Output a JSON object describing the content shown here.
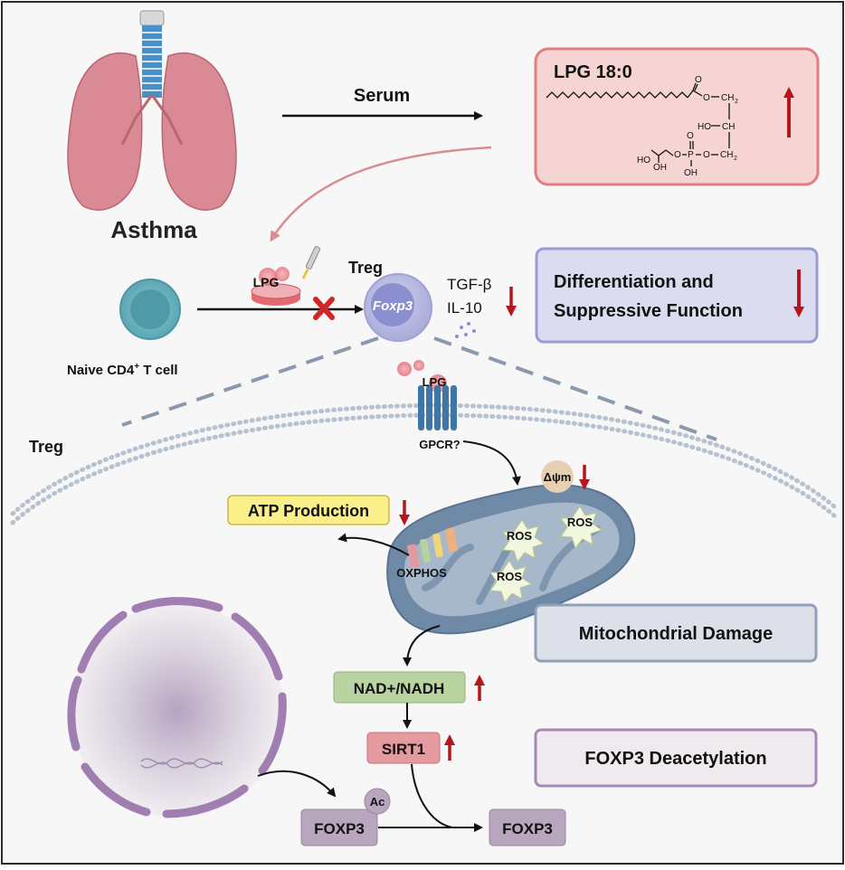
{
  "labels": {
    "asthma": "Asthma",
    "serum": "Serum",
    "lpg_title": "LPG 18:0",
    "lpg_small": "LPG",
    "lpg_membrane": "LPG",
    "treg_top": "Treg",
    "foxp3_cell": "Foxp3",
    "tgf": "TGF-β",
    "il10": "IL-10",
    "diff_line1": "Differentiation and",
    "diff_line2": "Suppressive Function",
    "naive_main": "Naive CD4",
    "naive_sup": "+",
    "naive_tail": " T cell",
    "treg_side": "Treg",
    "gpcr": "GPCR?",
    "dpsi": "Δψm",
    "atp": "ATP Production",
    "oxphos": "OXPHOS",
    "ros": "ROS",
    "mito_damage": "Mitochondrial Damage",
    "nad": "NAD+/NADH",
    "sirt1": "SIRT1",
    "foxp3_deacetyl": "FOXP3 Deacetylation",
    "foxp3_left": "FOXP3",
    "ac": "Ac",
    "foxp3_right": "FOXP3"
  },
  "structure": {
    "ester_o": "O",
    "chain_o": "O",
    "ch2_top": "CH",
    "ch2_top_sub": "2",
    "ho_ch": "HO",
    "ch": "CH",
    "p_o_top": "O",
    "p": "P",
    "p_oh": "OH",
    "ho_left": "HO",
    "oh_left": "OH",
    "o_left": "O",
    "o_right": "O",
    "ch2_bot": "CH",
    "ch2_bot_sub": "2"
  },
  "colors": {
    "red_arrow": "#b5151b",
    "lpg_box_fill": "#f7d4d4",
    "lpg_box_stroke": "#e07e80",
    "diff_box_fill": "#dcdcf0",
    "diff_box_stroke": "#9b9bd3",
    "mito_box_fill": "#dde0e8",
    "mito_box_stroke": "#8fa0b8",
    "foxp3_box_fill": "#eeeaee",
    "foxp3_box_stroke": "#a889b5",
    "atp_fill": "#fbef8a",
    "nad_fill": "#b9d3a1",
    "sirt_fill": "#e59aa0",
    "foxp3_fill": "#b8a6bf"
  }
}
